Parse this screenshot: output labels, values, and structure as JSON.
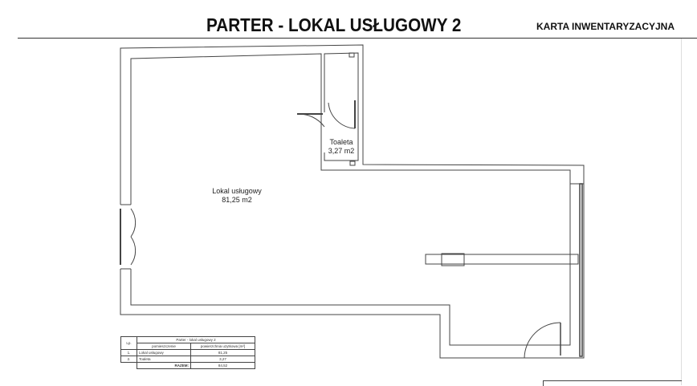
{
  "header": {
    "title": "PARTER - LOKAL USŁUGOWY 2",
    "subtitle": "KARTA INWENTARYZACYJNA"
  },
  "rooms": [
    {
      "name": "Lokal usługowy",
      "area": "81,25 m2"
    },
    {
      "name": "Toaleta",
      "area": "3,27 m2"
    }
  ],
  "table": {
    "title": "Parter - lokal usługowy 2",
    "col_lp": "Lp.",
    "col_room": "pomieszczenie",
    "col_area": "powierzchnia użytkowa [m²]",
    "rows": [
      {
        "lp": "1.",
        "room": "Lokal usługowy",
        "area": "81,25"
      },
      {
        "lp": "2.",
        "room": "Toaleta",
        "area": "3,27"
      }
    ],
    "total_label": "RAZEM:",
    "total": "84,52"
  }
}
